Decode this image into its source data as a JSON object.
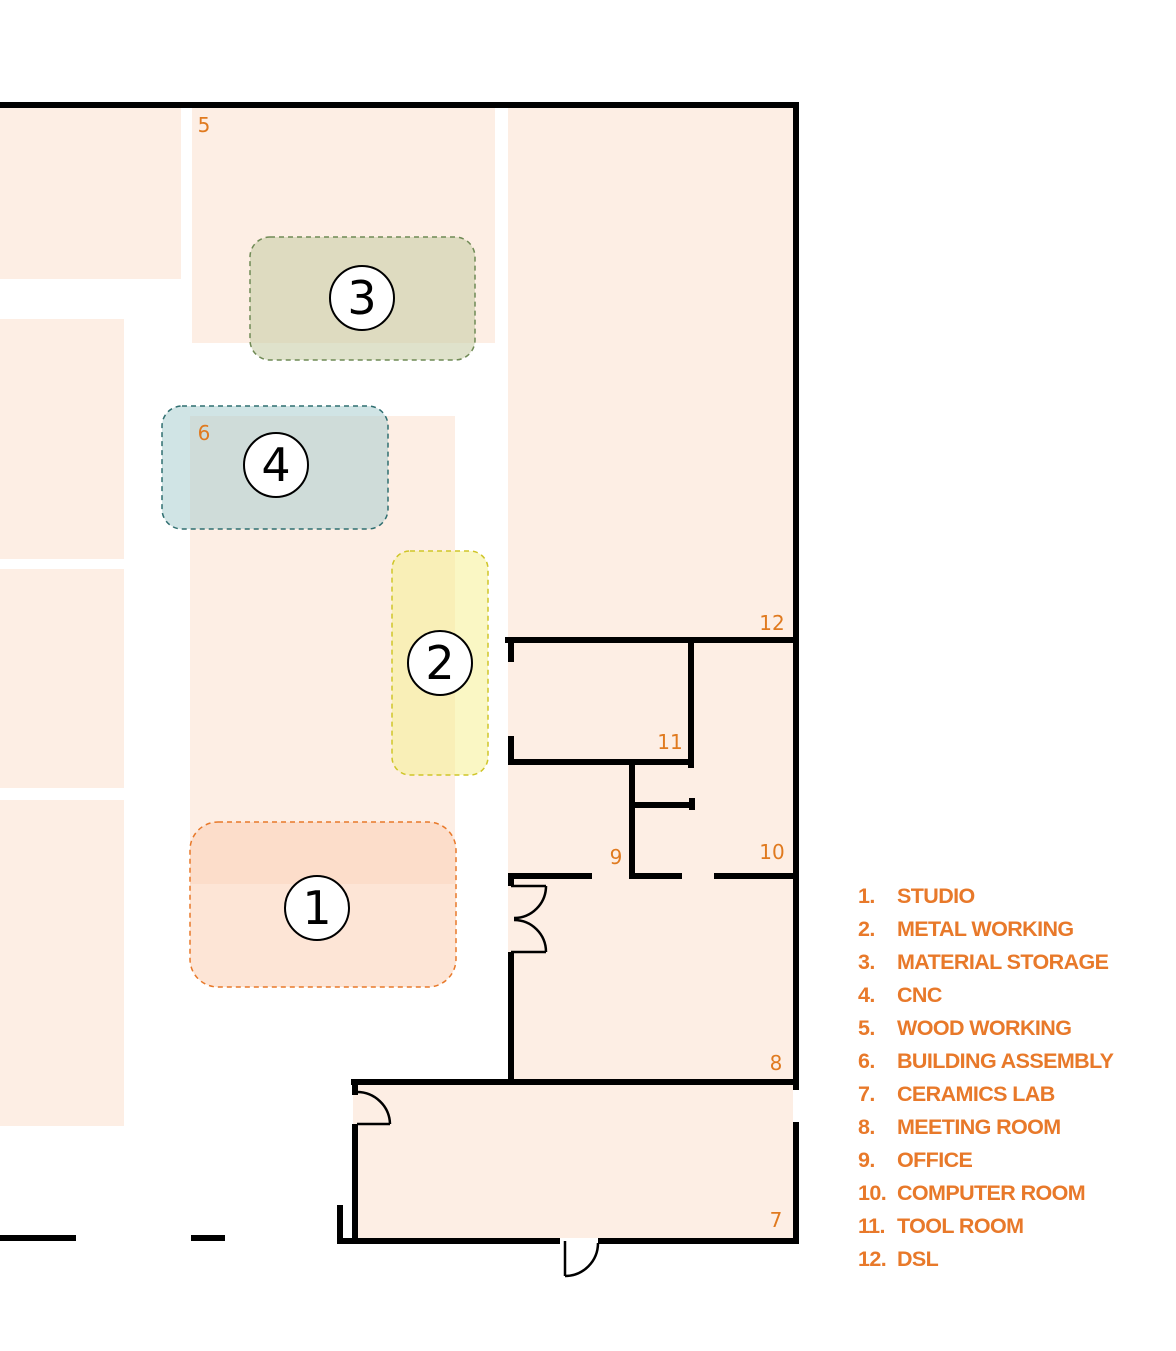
{
  "colors": {
    "room_fill": "#fdeee4",
    "wall": "#000000",
    "label_orange": "#e8792a",
    "zone_studio": "#fbd0b4",
    "zone_metal": "#f5f08a",
    "zone_material": "#c9cfa8",
    "zone_cnc": "#a9cdd0"
  },
  "room_labels": [
    "5",
    "6",
    "12",
    "11",
    "9",
    "10",
    "8",
    "7"
  ],
  "zones": [
    {
      "number": "1",
      "name": "STUDIO"
    },
    {
      "number": "2",
      "name": "METAL WORKING"
    },
    {
      "number": "3",
      "name": "MATERIAL STORAGE"
    },
    {
      "number": "4",
      "name": "CNC"
    }
  ],
  "legend": [
    {
      "num": "1.",
      "label": "STUDIO"
    },
    {
      "num": "2.",
      "label": "METAL WORKING"
    },
    {
      "num": "3.",
      "label": "MATERIAL STORAGE"
    },
    {
      "num": "4.",
      "label": "CNC"
    },
    {
      "num": "5.",
      "label": "WOOD WORKING"
    },
    {
      "num": "6.",
      "label": "BUILDING ASSEMBLY"
    },
    {
      "num": "7.",
      "label": "CERAMICS LAB"
    },
    {
      "num": "8.",
      "label": "MEETING ROOM"
    },
    {
      "num": "9.",
      "label": "OFFICE"
    },
    {
      "num": "10.",
      "label": "COMPUTER ROOM"
    },
    {
      "num": "11.",
      "label": "TOOL ROOM"
    },
    {
      "num": "12.",
      "label": "DSL"
    }
  ]
}
